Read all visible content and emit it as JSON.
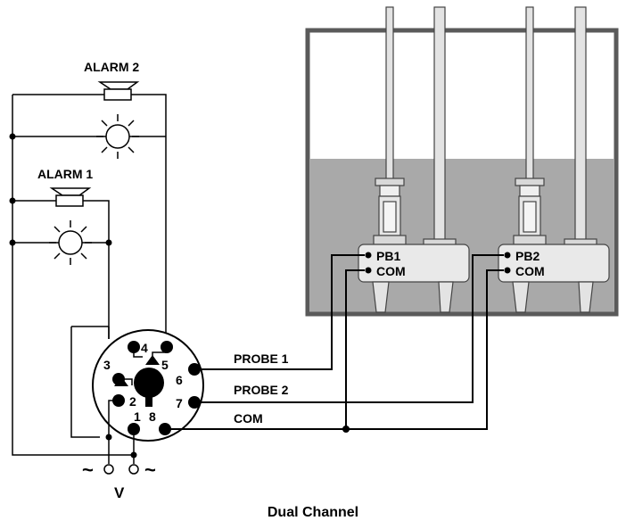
{
  "labels": {
    "alarm2": "ALARM 2",
    "alarm1": "ALARM 1",
    "probe1": "PROBE 1",
    "probe2": "PROBE 2",
    "com": "COM",
    "pb1": "PB1",
    "pb2": "PB2",
    "com_block1": "COM",
    "com_block2": "COM",
    "voltage": "V",
    "ac1": "~",
    "ac2": "~",
    "pin1": "1",
    "pin2": "2",
    "pin3": "3",
    "pin4": "4",
    "pin5": "5",
    "pin6": "6",
    "pin7": "7",
    "pin8": "8"
  },
  "caption": "Dual Channel",
  "colors": {
    "tank_border": "#5a5a5a",
    "liquid": "#a9a9a9",
    "probe_fill": "#e3e3e3",
    "wire": "#000000"
  },
  "icons": [
    "horn-icon",
    "lamp-icon",
    "socket-icon",
    "contact-arrow-icon"
  ]
}
